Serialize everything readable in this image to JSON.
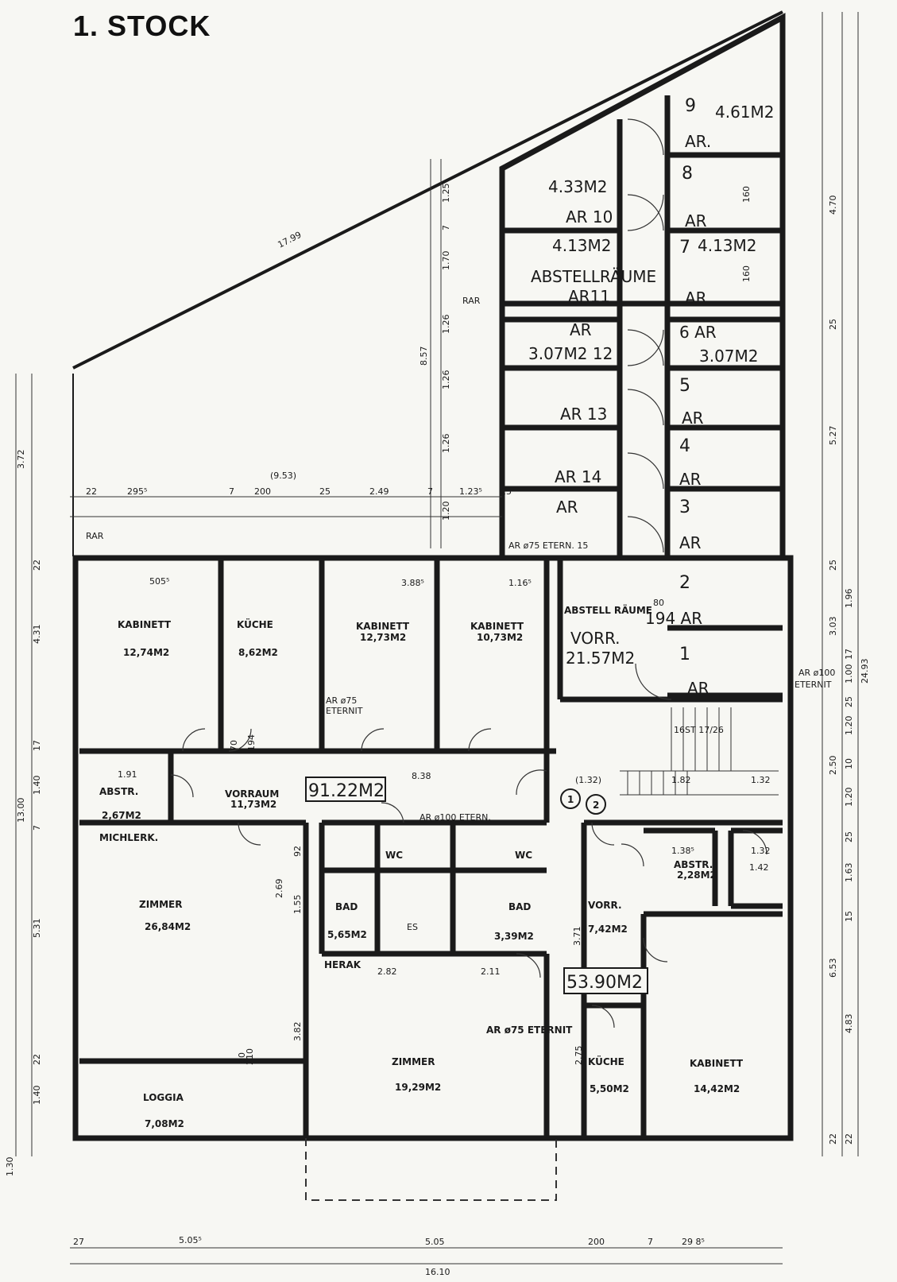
{
  "title": "1. STOCK",
  "storage": {
    "heading": "ABSTELLRÄUME",
    "heading2": "ABSTELL RÄUME",
    "vorr": "VORR.",
    "vorr_area": "21.57M2",
    "n9": "9",
    "a9": "4.61M2",
    "ar9": "AR.",
    "n8": "8",
    "ar8": "AR",
    "n7": "7",
    "a7": "4.13M2",
    "ar7": "AR",
    "ar10": "AR 10",
    "a10": "4.33M2",
    "ar11": "AR11",
    "a11": "4.13M2",
    "ar12a": "AR",
    "ar12b": "3.07M2 12",
    "n6": "6 AR",
    "a6": "3.07M2",
    "n5": "5",
    "ar5": "AR",
    "ar13": "AR 13",
    "n4": "4",
    "ar4": "AR",
    "ar14": "AR 14",
    "n3": "3",
    "ar3": "AR",
    "ar15a": "AR",
    "ar15b": "AR ø75 ETERN. 15",
    "n2": "2",
    "ar2": "194 AR",
    "d2": "80",
    "n1": "1",
    "ar1": "AR"
  },
  "rooms": {
    "kab1": "KABINETT",
    "kab1_a": "12,74M2",
    "kueche1": "KÜCHE",
    "kueche1_a": "8,62M2",
    "kab2": "KABINETT",
    "kab2_a": "12,73M2",
    "kab3": "KABINETT",
    "kab3_a": "10,73M2",
    "abstr1": "ABSTR.",
    "abstr1_a": "2,67M2",
    "vorraum": "VORRAUM",
    "vorraum_a": "11,73M2",
    "michlerk": "MICHLERK.",
    "zimmer1": "ZIMMER",
    "zimmer1_a": "26,84M2",
    "loggia": "LOGGIA",
    "loggia_a": "7,08M2",
    "bad1": "BAD",
    "bad1_a": "5,65M2",
    "wc1": "WC",
    "wc2": "WC",
    "bad2": "BAD",
    "bad2_a": "3,39M2",
    "vorr2": "VORR.",
    "vorr2_a": "7,42M2",
    "abstr2": "ABSTR.",
    "abstr2_a": "2,28M2",
    "zimmer2": "ZIMMER",
    "zimmer2_a": "19,29M2",
    "kueche2": "KÜCHE",
    "kueche2_a": "5,50M2",
    "kab4": "KABINETT",
    "kab4_a": "14,42M2",
    "flat1_total": "91.22M2",
    "flat2_total": "53.90M2",
    "ar75a": "AR ø75 ETERNIT",
    "ar75b": "AR ø75",
    "ar75b2": "ETERNIT",
    "ar100": "AR ø100 ETERN.",
    "ar100b": "AR ø100",
    "ar100b2": "ETERNIT",
    "rar1": "RAR",
    "rar2": "RAR",
    "herak": "HERAK",
    "es": "ES",
    "stairs": "16ST 17/26",
    "c1": "1",
    "c2": "2"
  },
  "dims": {
    "top_total": "(9.53)",
    "t1": "22",
    "t2": "295⁵",
    "t3": "7",
    "t4": "200",
    "t5": "25",
    "t6": "2.49",
    "t7": "7",
    "t8": "1.23⁵",
    "t9": "25",
    "diag": "17.99",
    "b1": "5.05⁵",
    "b2": "5.05",
    "b3": "16.10",
    "b4": "200",
    "b5": "7",
    "b6": "29 8⁵",
    "b7": "27",
    "l1": "3.72",
    "l2": "22",
    "l3": "4.31",
    "l4": "17",
    "l5": "1.40",
    "l6": "7",
    "l7": "13.00",
    "l8": "5.31",
    "l9": "22",
    "l10": "1.40",
    "l11": "1.30",
    "r1": "4.70",
    "r2": "25",
    "r3": "5.27",
    "r4": "25",
    "r5": "1.96",
    "r6": "3.03",
    "r7": "17",
    "r8": "1.00",
    "r9": "25",
    "r10": "1.20",
    "r11": "2.50",
    "r12": "10",
    "r13": "1.20",
    "r14": "25",
    "r15": "1.63",
    "r16": "15",
    "r17": "6.53",
    "r18": "4.83",
    "r19": "22",
    "r20": "22",
    "r21": "24.93",
    "c1": "1.25",
    "c2": "7",
    "c3": "1.70",
    "c4": "1.26",
    "c5": "8.57",
    "c6": "1.26",
    "c7": "1.26",
    "c8": "1.20",
    "c9": "160",
    "c10": "160",
    "i1": "505⁵",
    "i2": "3.88⁵",
    "i3": "1.16⁵",
    "i4": "1.91",
    "i5": "8.38",
    "i6": "(1.32)",
    "i7": "1.82",
    "i8": "1.32",
    "i9": "2.82",
    "i10": "2.11",
    "i11": "1.38⁵",
    "i12": "1.32",
    "i13": "1.42",
    "i14": "2.69",
    "i15": "3.82",
    "i16": "3.71",
    "i17": "1.55",
    "i18": "92",
    "i19": "2.75",
    "d80": "80",
    "d194": "194",
    "d70": "70",
    "d210": "210"
  }
}
